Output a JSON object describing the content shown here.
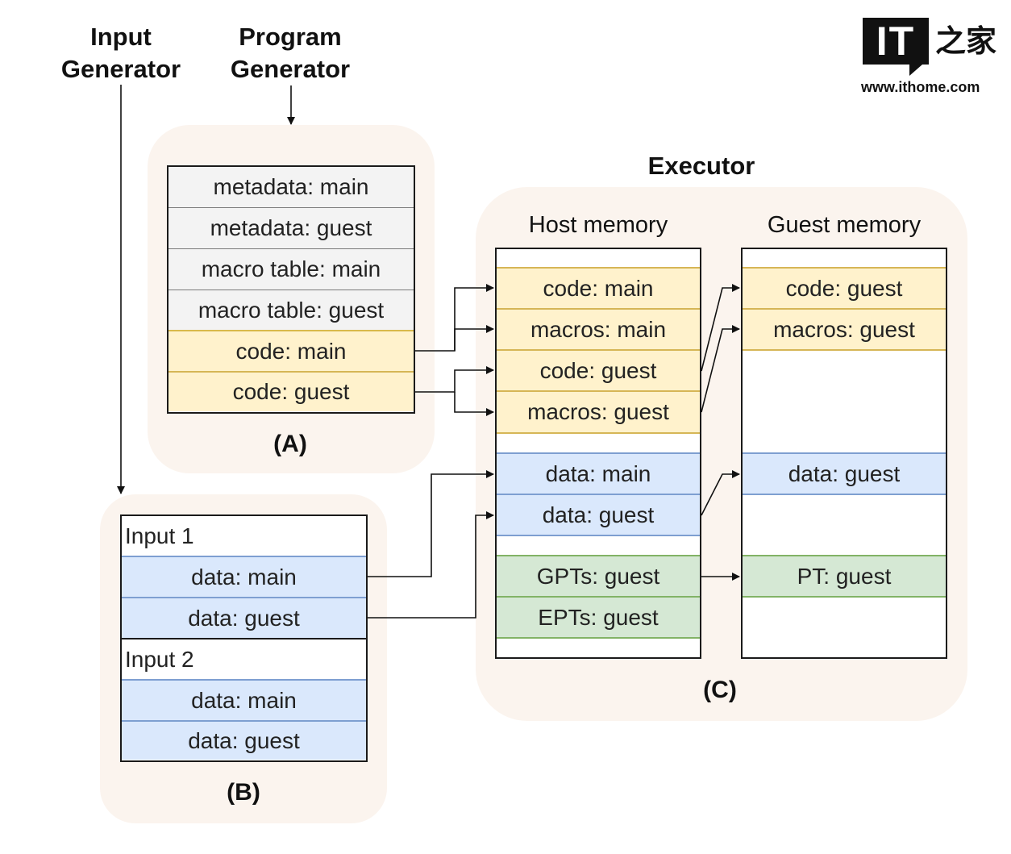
{
  "headers": {
    "input_generator": "Input\nGenerator",
    "program_generator": "Program\nGenerator",
    "executor": "Executor"
  },
  "panel_a": {
    "label": "(A)",
    "rows": [
      "metadata: main",
      "metadata: guest",
      "macro table: main",
      "macro table: guest",
      "code: main",
      "code: guest"
    ]
  },
  "panel_b": {
    "label": "(B)",
    "rows": [
      "Input 1",
      "data: main",
      "data: guest",
      "Input 2",
      "data: main",
      "data: guest"
    ]
  },
  "panel_c": {
    "label": "(C)",
    "host_title": "Host memory",
    "guest_title": "Guest memory",
    "host_rows": [
      "code: main",
      "macros: main",
      "code: guest",
      "macros: guest",
      "data: main",
      "data: guest",
      "GPTs: guest",
      "EPTs: guest"
    ],
    "guest_rows": [
      "code: guest",
      "macros: guest",
      "data: guest",
      "PT: guest"
    ]
  },
  "logo": {
    "mark": "IT",
    "chinese": "之家",
    "url": "www.ithome.com"
  },
  "colors": {
    "panel_bg": "#fbf4ee",
    "gray": "#f3f3f3",
    "yellow": "#fff2cc",
    "blue": "#dae8fc",
    "green": "#d5e8d4"
  }
}
